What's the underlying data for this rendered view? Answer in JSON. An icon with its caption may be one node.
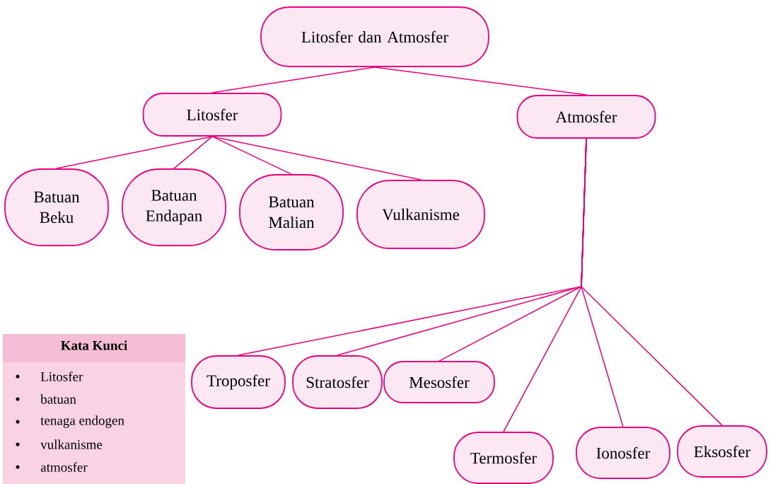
{
  "diagram": {
    "nodes": [
      {
        "text": [
          "Litosfer dan Atmosfer"
        ]
      },
      {
        "text": [
          "Litosfer"
        ]
      },
      {
        "text": [
          "Atmosfer"
        ]
      },
      {
        "text": [
          "Batuan Beku"
        ]
      },
      {
        "text": [
          "Batuan Endapan"
        ]
      },
      {
        "text": [
          "Batuan Malian"
        ]
      },
      {
        "text": [
          "Vulkanisme"
        ]
      },
      {
        "text": [
          "Troposfer"
        ]
      },
      {
        "text": [
          "Stratosfer"
        ]
      },
      {
        "text": [
          "Mesosfer"
        ]
      },
      {
        "text": [
          "Termosfer"
        ]
      },
      {
        "text": [
          "Ionosfer"
        ]
      },
      {
        "text": [
          "Eksosfer"
        ]
      },
      {
        "text": [
          "Kata Kunci",
          "Litosfer",
          "batuan",
          "tenaga endogen",
          "vulkanisme",
          "atmosfer"
        ]
      }
    ],
    "edges": [
      {
        "from": 0,
        "to": 1,
        "arrow": "none"
      },
      {
        "from": 0,
        "to": 2,
        "arrow": "none"
      },
      {
        "from": 1,
        "to": 3,
        "arrow": "none"
      },
      {
        "from": 1,
        "to": 4,
        "arrow": "none"
      },
      {
        "from": 1,
        "to": 5,
        "arrow": "none"
      },
      {
        "from": 1,
        "to": 6,
        "arrow": "none"
      },
      {
        "from": 2,
        "to": 7,
        "arrow": "none"
      },
      {
        "from": 2,
        "to": 8,
        "arrow": "none"
      },
      {
        "from": 2,
        "to": 9,
        "arrow": "none"
      },
      {
        "from": 2,
        "to": 10,
        "arrow": "none"
      },
      {
        "from": 2,
        "to": 11,
        "arrow": "none"
      },
      {
        "from": 2,
        "to": 12,
        "arrow": "none"
      }
    ]
  }
}
